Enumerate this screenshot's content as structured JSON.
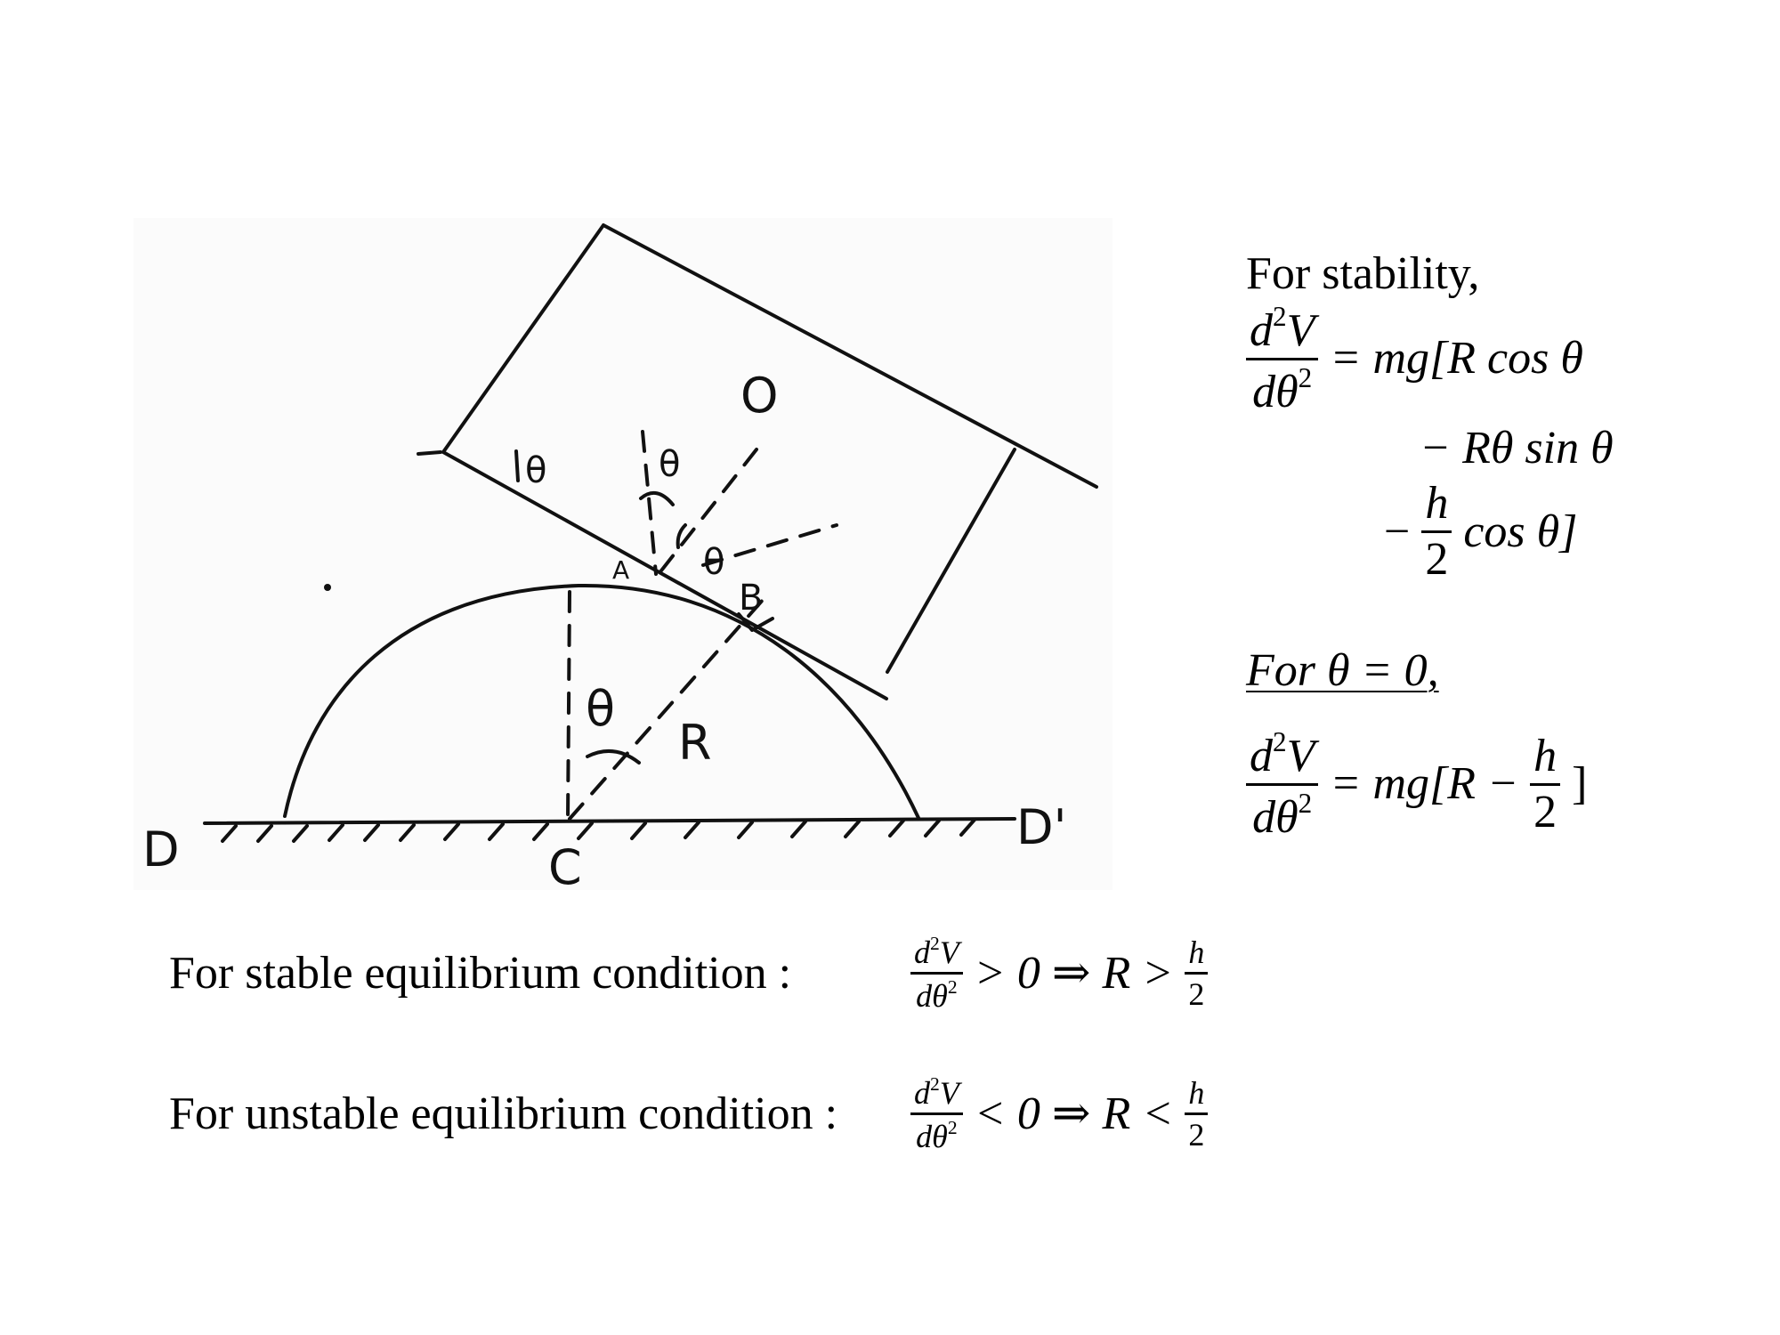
{
  "diagram": {
    "labels": {
      "point_o": "O",
      "theta_upper_left": "θ",
      "theta_upper_center": "θ",
      "point_a": "A",
      "point_b": "B",
      "theta_at_b": "θ",
      "theta_lower": "θ",
      "radius": "R",
      "point_c": "C",
      "point_d_left": "D",
      "point_d_right": "D'"
    }
  },
  "right_panel": {
    "stability_heading": "For stability,",
    "d2v_num": "d",
    "d2v_sup": "2",
    "d2v_v": "V",
    "d2v_den": "dθ",
    "d2v_den_sup": "2",
    "line1_rhs": "= mg[R cos θ",
    "line2": "−  Rθ sin θ",
    "line3_minus": "−",
    "h_num": "h",
    "two_den": "2",
    "line3_rest": "cos θ]",
    "theta_zero_heading": "For θ = 0,",
    "zero_rhs": "= mg[R −",
    "zero_close": "]"
  },
  "bottom": {
    "stable_text": "For stable equilibrium condition :",
    "stable_rel": "> 0 ⇒ R >",
    "unstable_text": "For unstable equilibrium condition :",
    "unstable_rel": "< 0 ⇒ R <",
    "h": "h",
    "two": "2",
    "d": "d",
    "sup2": "2",
    "v": "V",
    "dtheta": "dθ"
  }
}
